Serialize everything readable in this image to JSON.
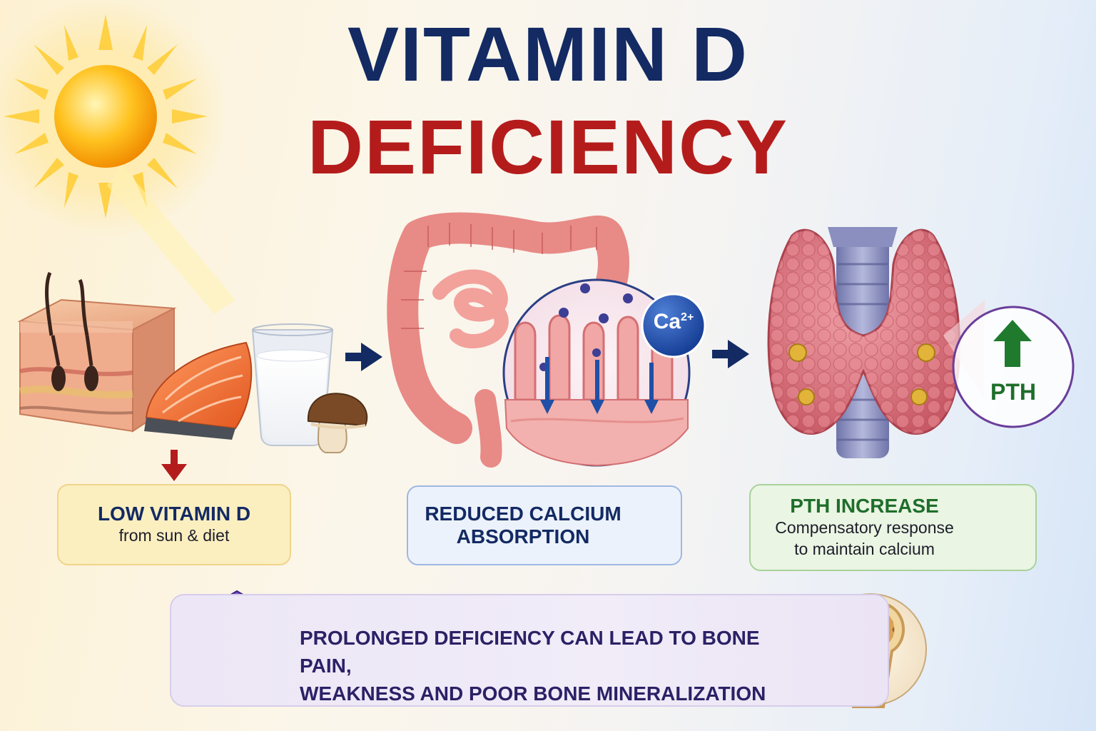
{
  "title": {
    "line1": "VITAMIN D",
    "line2": "DEFICIENCY"
  },
  "colors": {
    "navy": "#132a63",
    "red": "#b41c1c",
    "blue_accent": "#1f4fa6",
    "green_accent": "#1f6e2b",
    "purple": "#5a3aa6"
  },
  "icons": {
    "sun": "sun-icon",
    "skin": "skin-layer-icon",
    "salmon": "salmon-icon",
    "milk": "milk-glass-icon",
    "mushroom": "mushroom-icon",
    "intestine": "intestine-icon",
    "villi": "intestinal-villi-icon",
    "thyroid": "thyroid-parathyroid-icon",
    "shield": "shield-bone-icon",
    "bone": "bone-cross-section-icon"
  },
  "steps": {
    "low": {
      "heading": "LOW VITAMIN D",
      "sub": "from sun & diet"
    },
    "absorption": {
      "heading_line1": "REDUCED CALCIUM",
      "heading_line2": "ABSORPTION"
    },
    "pth": {
      "heading": "PTH INCREASE",
      "sub_line1": "Compensatory response",
      "sub_line2": "to maintain calcium"
    }
  },
  "labels": {
    "calcium_ion": "Ca",
    "calcium_charge": "2+",
    "pth_callout": "PTH"
  },
  "banner": {
    "line1": "PROLONGED DEFICIENCY CAN LEAD TO BONE PAIN,",
    "line2": "WEAKNESS AND POOR BONE MINERALIZATION"
  }
}
